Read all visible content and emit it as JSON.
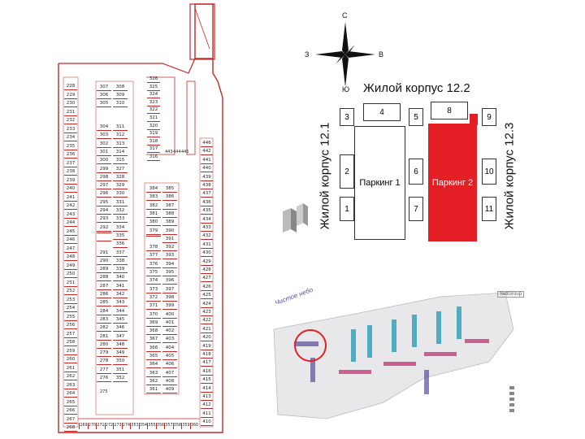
{
  "plan": {
    "left_col": [
      "228",
      "229",
      "230",
      "231",
      "232",
      "233",
      "234",
      "235",
      "236",
      "237",
      "238",
      "239",
      "240",
      "241",
      "242",
      "243",
      "244",
      "245",
      "246",
      "247",
      "248",
      "249",
      "250",
      "251",
      "252",
      "253",
      "254",
      "255",
      "256",
      "257",
      "258",
      "259",
      "260",
      "261",
      "262",
      "263",
      "264",
      "265",
      "266",
      "267",
      "268"
    ],
    "right_col": [
      "446",
      "442",
      "441",
      "440",
      "439",
      "438",
      "437",
      "436",
      "435",
      "434",
      "433",
      "432",
      "431",
      "430",
      "429",
      "428",
      "427",
      "426",
      "425",
      "424",
      "423",
      "422",
      "421",
      "420",
      "419",
      "418",
      "417",
      "416",
      "415",
      "414",
      "413",
      "412",
      "411",
      "410"
    ],
    "bottom_row": [
      "269",
      "270",
      "271",
      "272",
      "273",
      "274",
      "353",
      "354",
      "355",
      "356",
      "357",
      "358",
      "359",
      "360"
    ],
    "block_a": [
      [
        "307",
        "308"
      ],
      [
        "306",
        "309"
      ],
      [
        "305",
        "310"
      ]
    ],
    "block_b": [
      [
        "304",
        "311"
      ],
      [
        "303",
        "312"
      ],
      [
        "302",
        "313"
      ],
      [
        "301",
        "314"
      ],
      [
        "300",
        "315"
      ],
      [
        "299",
        "327"
      ],
      [
        "298",
        "328"
      ],
      [
        "297",
        "329"
      ],
      [
        "296",
        "330"
      ],
      [
        "295",
        "331"
      ],
      [
        "294",
        "332"
      ],
      [
        "293",
        "333"
      ],
      [
        "292",
        "334"
      ],
      [
        "",
        "335"
      ],
      [
        "",
        "336"
      ],
      [
        "291",
        "337"
      ],
      [
        "290",
        "338"
      ],
      [
        "289",
        "339"
      ],
      [
        "288",
        "340"
      ],
      [
        "287",
        "341"
      ],
      [
        "286",
        "342"
      ],
      [
        "285",
        "343"
      ],
      [
        "284",
        "344"
      ],
      [
        "283",
        "345"
      ],
      [
        "282",
        "346"
      ],
      [
        "281",
        "347"
      ],
      [
        "280",
        "348"
      ],
      [
        "279",
        "349"
      ],
      [
        "278",
        "350"
      ],
      [
        "277",
        "351"
      ],
      [
        "276",
        "352"
      ]
    ],
    "block_c": [
      "326",
      "325",
      "324",
      "323",
      "322",
      "321",
      "320",
      "319",
      "318",
      "317",
      "316"
    ],
    "block_d": [
      [
        "384",
        "385"
      ],
      [
        "383",
        "386"
      ],
      [
        "382",
        "387"
      ],
      [
        "381",
        "388"
      ],
      [
        "380",
        "389"
      ],
      [
        "379",
        "390"
      ],
      [
        "",
        "391"
      ],
      [
        "378",
        "392"
      ],
      [
        "377",
        "393"
      ],
      [
        "376",
        "394"
      ],
      [
        "375",
        "395"
      ],
      [
        "374",
        "396"
      ],
      [
        "373",
        "397"
      ],
      [
        "372",
        "398"
      ],
      [
        "371",
        "399"
      ],
      [
        "370",
        "400"
      ],
      [
        "369",
        "401"
      ],
      [
        "368",
        "402"
      ],
      [
        "367",
        "403"
      ],
      [
        "366",
        "404"
      ],
      [
        "365",
        "405"
      ],
      [
        "364",
        "406"
      ],
      [
        "363",
        "407"
      ],
      [
        "362",
        "408"
      ],
      [
        "361",
        "409"
      ]
    ],
    "small_labels": [
      "443",
      "444",
      "445",
      "275"
    ]
  },
  "compass": {
    "n": "С",
    "s": "Ю",
    "w": "З",
    "e": "В"
  },
  "labels": {
    "top": "Жилой корпус 12.2",
    "left": "Жилой корпус 12.1",
    "right": "Жилой корпус 12.3",
    "parking1": "Паркинг 1",
    "parking2": "Паркинг 2"
  },
  "buildings": [
    "1",
    "2",
    "3",
    "4",
    "5",
    "6",
    "7",
    "8",
    "9",
    "10",
    "11"
  ],
  "site": {
    "brand": "SetlGroup",
    "logo": "Чистое небо"
  },
  "colors": {
    "accent": "#e31e24",
    "line": "#c62828"
  }
}
